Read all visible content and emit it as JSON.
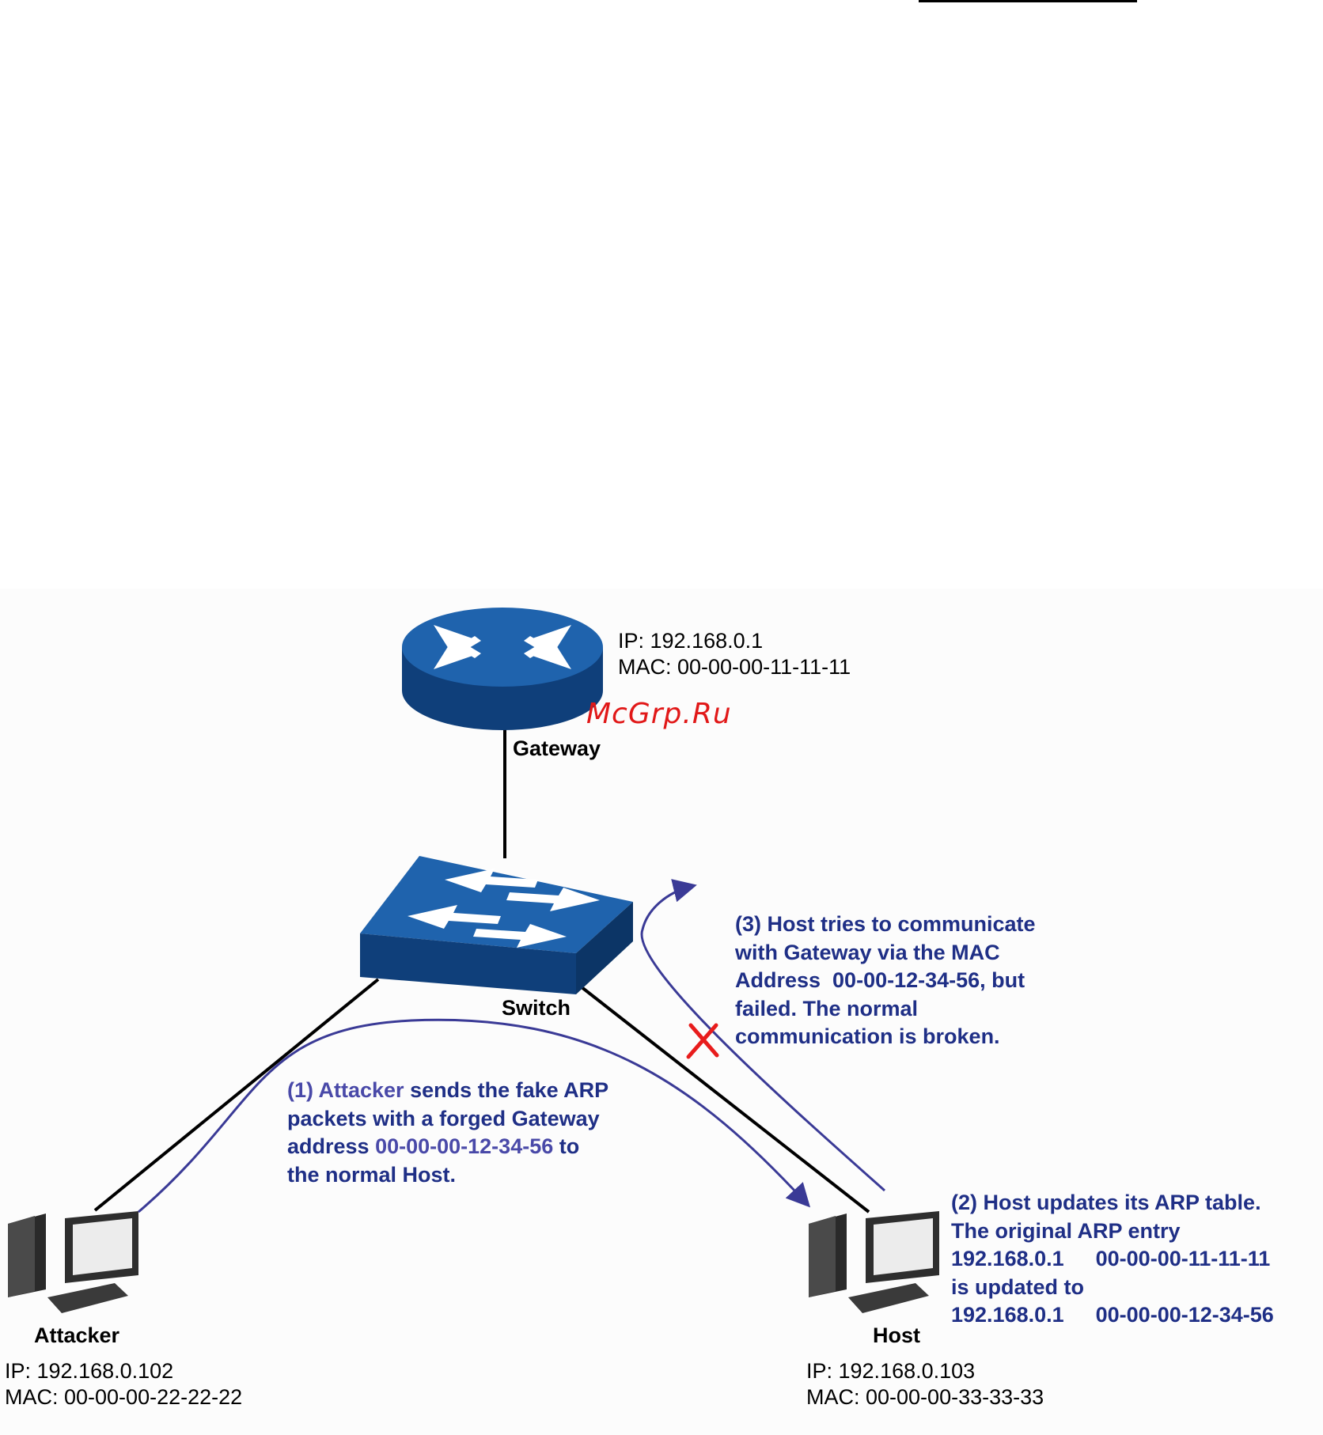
{
  "watermark": "McGrp.Ru",
  "nodes": {
    "gateway": {
      "label": "Gateway",
      "ip": "IP: 192.168.0.1",
      "mac": "MAC: 00-00-00-11-11-11"
    },
    "switch": {
      "label": "Switch"
    },
    "attacker": {
      "label": "Attacker",
      "ip": "IP: 192.168.0.102",
      "mac": "MAC: 00-00-00-22-22-22"
    },
    "host": {
      "label": "Host",
      "ip": "IP: 192.168.0.103",
      "mac": "MAC: 00-00-00-33-33-33"
    }
  },
  "notes": {
    "step1": {
      "lead": "(1)",
      "actor": "Attacker",
      "line1_rest": "sends the fake ARP",
      "line2": "packets with a forged Gateway",
      "line3_pre": "address",
      "line3_mac": "00-00-00-12-34-56",
      "line3_post": "to",
      "line4": "the normal Host."
    },
    "step2": {
      "line1": "(2) Host updates its ARP table.",
      "line2": "The original ARP entry",
      "old_ip": "192.168.0.1",
      "old_mac": "00-00-00-11-11-11",
      "line4": "is updated to",
      "new_ip": "192.168.0.1",
      "new_mac": "00-00-00-12-34-56"
    },
    "step3": {
      "line1": "(3) Host tries to communicate",
      "line2": "with Gateway via the MAC",
      "line3": "Address  00-00-12-34-56, but",
      "line4": "failed. The normal",
      "line5": "communication is broken."
    }
  },
  "colors": {
    "device_blue": "#1f63ad",
    "device_dark_blue": "#0f3f7a",
    "note_text": "#1f2f86",
    "arrow": "#3a3a96",
    "cross": "#e81c1c"
  }
}
